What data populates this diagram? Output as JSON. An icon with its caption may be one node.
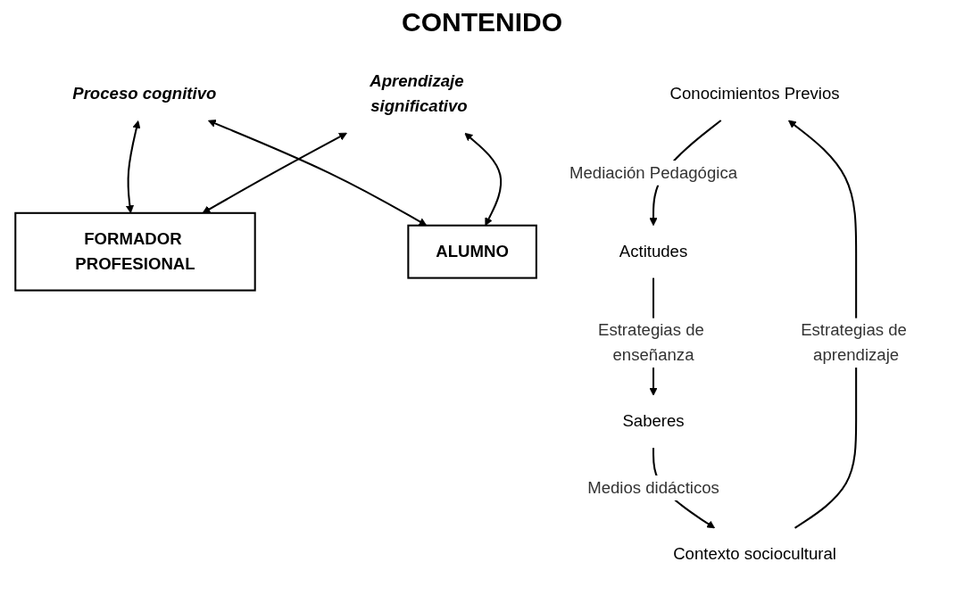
{
  "diagram": {
    "nodes": [
      {
        "text": [
          "Proceso cognitivo"
        ]
      },
      {
        "text": [
          "Conocimientos Previos"
        ]
      },
      {
        "text": [
          "Contexto sociocultural"
        ]
      },
      {
        "text": [
          "FORMADOR PROFESIONAL"
        ]
      },
      {
        "text": [
          "ALUMNO"
        ]
      },
      {
        "text": [
          "Actitudes"
        ]
      },
      {
        "text": [
          "Saberes"
        ]
      },
      {
        "text": [
          "Aprendizaje significativo"
        ]
      }
    ],
    "edges": [
      {
        "from": 0,
        "to": 3,
        "arrow": "both"
      },
      {
        "from": 0,
        "to": 4,
        "arrow": "both"
      },
      {
        "from": 2,
        "to": 1,
        "arrow": "to",
        "label": "Estrategias de aprendizaje"
      },
      {
        "from": 1,
        "to": 5,
        "arrow": "to",
        "label": "Mediación Pedagógica"
      },
      {
        "from": 6,
        "to": 2,
        "arrow": "to",
        "label": "Medios didácticos"
      },
      {
        "from": 5,
        "to": 6,
        "arrow": "to",
        "label": "Estrategias de enseñanza"
      },
      {
        "from": 7,
        "to": 3,
        "arrow": "both"
      },
      {
        "from": 7,
        "to": 4,
        "arrow": "both"
      }
    ],
    "labels": [
      "CONTENIDO"
    ]
  }
}
